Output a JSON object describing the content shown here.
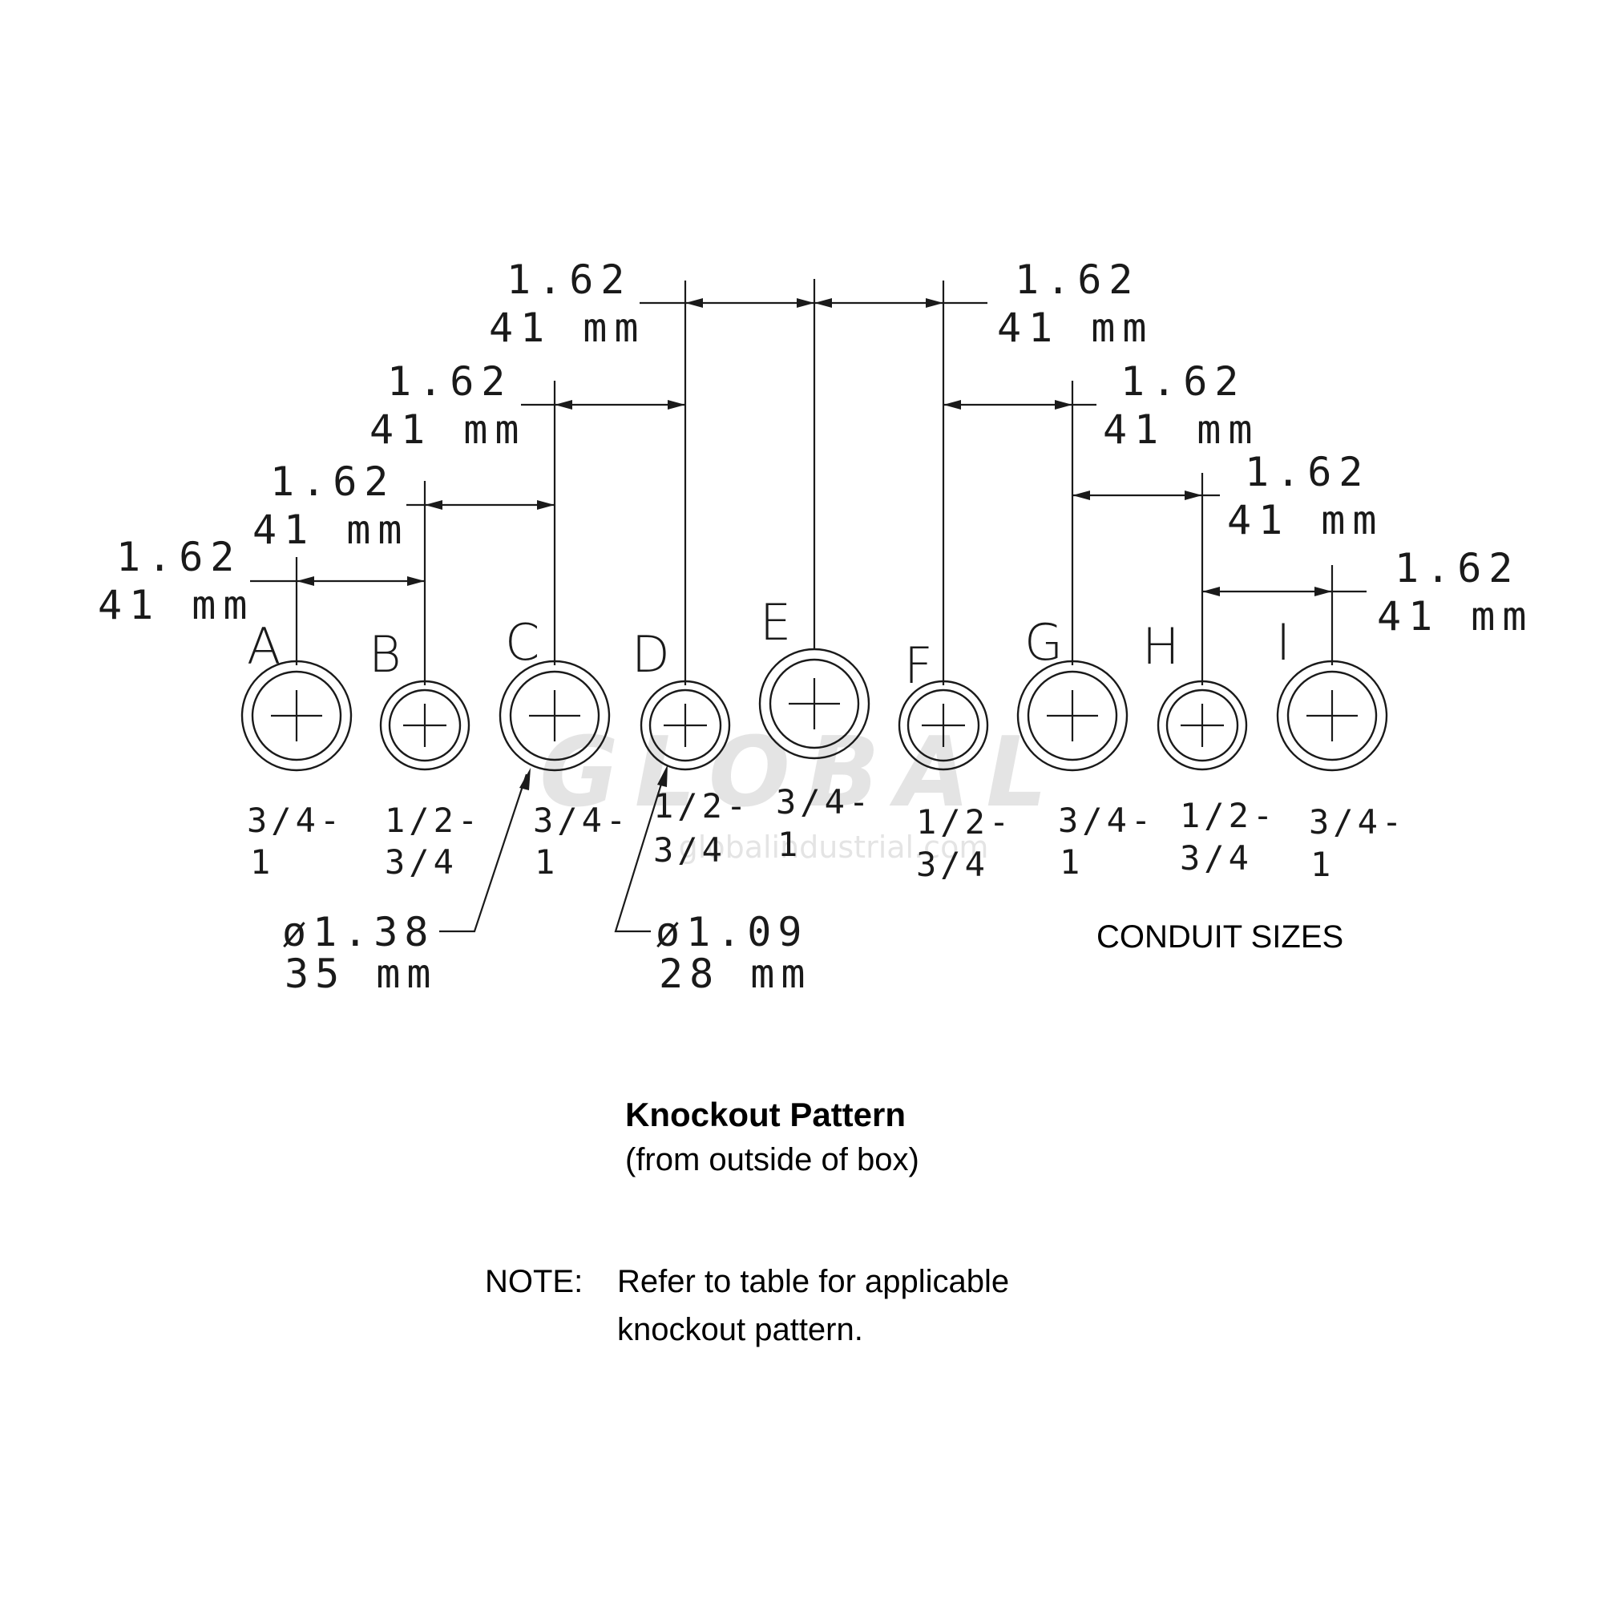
{
  "watermark": {
    "brand": "GLOBAL",
    "site": "globalindustrial.com"
  },
  "spacing_dimensions": [
    {
      "inch": "1.62",
      "mm": "41 mm"
    },
    {
      "inch": "1.62",
      "mm": "41 mm"
    },
    {
      "inch": "1.62",
      "mm": "41 mm"
    },
    {
      "inch": "1.62",
      "mm": "41 mm"
    },
    {
      "inch": "1.62",
      "mm": "41 mm"
    },
    {
      "inch": "1.62",
      "mm": "41 mm"
    },
    {
      "inch": "1.62",
      "mm": "41 mm"
    },
    {
      "inch": "1.62",
      "mm": "41 mm"
    }
  ],
  "knockouts": [
    {
      "label": "A",
      "size_line1": "3/4-",
      "size_line2": "1"
    },
    {
      "label": "B",
      "size_line1": "1/2-",
      "size_line2": "3/4"
    },
    {
      "label": "C",
      "size_line1": "3/4-",
      "size_line2": "1"
    },
    {
      "label": "D",
      "size_line1": "1/2-",
      "size_line2": "3/4"
    },
    {
      "label": "E",
      "size_line1": "3/4-",
      "size_line2": "1"
    },
    {
      "label": "F",
      "size_line1": "1/2-",
      "size_line2": "3/4"
    },
    {
      "label": "G",
      "size_line1": "3/4-",
      "size_line2": "1"
    },
    {
      "label": "H",
      "size_line1": "1/2-",
      "size_line2": "3/4"
    },
    {
      "label": "I",
      "size_line1": "3/4-",
      "size_line2": "1"
    }
  ],
  "diameters": {
    "large": {
      "inch": "ø1.38",
      "mm": "35 mm"
    },
    "small": {
      "inch": "ø1.09",
      "mm": "28 mm"
    }
  },
  "conduit_sizes_label": "CONDUIT SIZES",
  "caption": {
    "title": "Knockout Pattern",
    "subtitle": "(from outside of box)"
  },
  "note": {
    "label": "NOTE:",
    "line1": "Refer to table for applicable",
    "line2": "knockout pattern."
  }
}
